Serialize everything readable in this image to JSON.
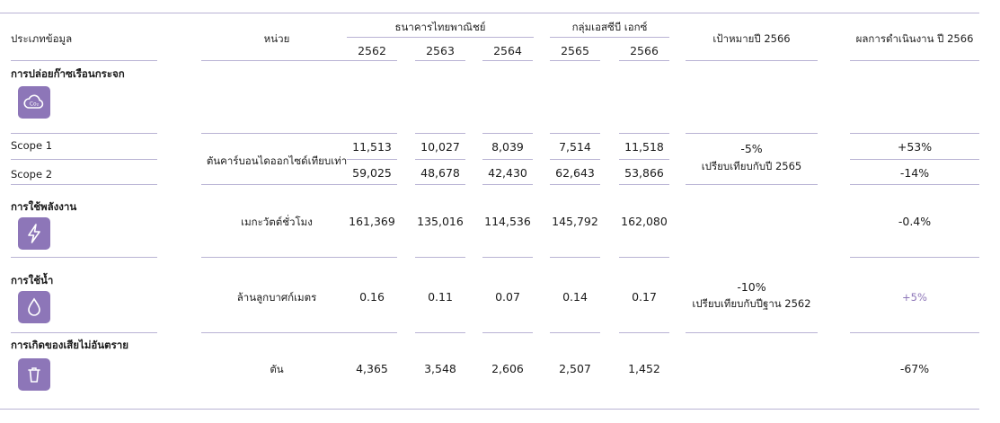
{
  "headers": {
    "category": "ประเภทข้อมูล",
    "unit": "หน่วย",
    "bank_group": "ธนาคารไทยพาณิชย์",
    "scbx_group": "กลุ่มเอสซีบี เอกซ์",
    "years": [
      "2562",
      "2563",
      "2564",
      "2565",
      "2566"
    ],
    "target": "เป้าหมายปี 2566",
    "result": "ผลการดำเนินงาน ปี 2566"
  },
  "ghg": {
    "title": "การปล่อยก๊าซเรือนกระจก",
    "icon": "cloud-co2-icon",
    "icon_text": "Co₂",
    "unit": "ตันคาร์บอนไดออกไซด์เทียบเท่า",
    "target": "-5%",
    "target_note": "เปรียบเทียบกับปี 2565",
    "scope1": {
      "label": "Scope 1",
      "values": [
        "11,513",
        "10,027",
        "8,039",
        "7,514",
        "11,518"
      ],
      "result": "+53%"
    },
    "scope2": {
      "label": "Scope 2",
      "values": [
        "59,025",
        "48,678",
        "42,430",
        "62,643",
        "53,866"
      ],
      "result": "-14%"
    }
  },
  "energy": {
    "title": "การใช้พลังงาน",
    "icon": "lightning-icon",
    "unit": "เมกะวัตต์ชั่วโมง",
    "values": [
      "161,369",
      "135,016",
      "114,536",
      "145,792",
      "162,080"
    ],
    "result": "-0.4%"
  },
  "water": {
    "title": "การใช้น้ำ",
    "icon": "water-drop-icon",
    "unit": "ล้านลูกบาศก์เมตร",
    "values": [
      "0.16",
      "0.11",
      "0.07",
      "0.14",
      "0.17"
    ],
    "target": "-10%",
    "target_note": "เปรียบเทียบกับปีฐาน 2562",
    "result": "+5%"
  },
  "waste": {
    "title": "การเกิดของเสียไม่อันตราย",
    "icon": "trash-bin-icon",
    "unit": "ตัน",
    "values": [
      "4,365",
      "3,548",
      "2,606",
      "2,507",
      "1,452"
    ],
    "result": "-67%"
  },
  "colors": {
    "accent": "#8d76b8",
    "line": "#b9b3d4"
  }
}
